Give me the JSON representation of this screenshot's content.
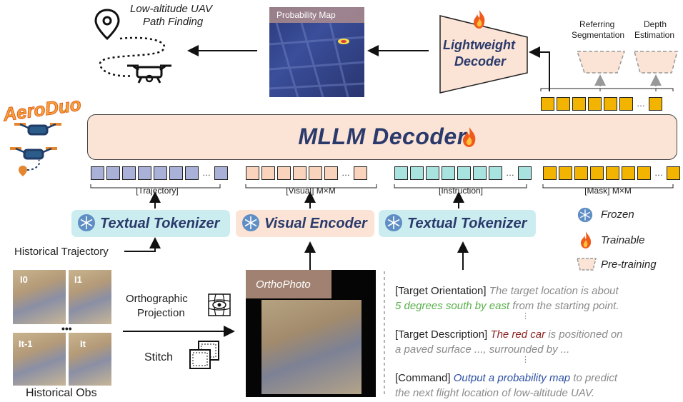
{
  "title_uav": "Low-altitude UAV",
  "title_path": "Path Finding",
  "prob_map_label": "Probability Map",
  "lightweight_decoder": {
    "line1": "Lightweight",
    "line2": "Decoder"
  },
  "referring_segmentation": {
    "line1": "Referring",
    "line2": "Segmentation"
  },
  "depth_estimation": {
    "line1": "Depth",
    "line2": "Estimation"
  },
  "brand": "AeroDuo",
  "mllm_decoder": "MLLM Decoder",
  "token_groups": {
    "trajectory": "[Trajectory]",
    "visual": "[Visual] M×M",
    "instruction": "[Instruction]",
    "mask": "[Mask] M×M"
  },
  "encoders": {
    "textual_tokenizer_left": "Textual Tokenizer",
    "visual_encoder": "Visual Encoder",
    "textual_tokenizer_right": "Textual Tokenizer"
  },
  "historical_trajectory": "Historical Trajectory",
  "historical_obs": "Historical Obs",
  "frame_labels": {
    "i0": "I0",
    "i1": "I1",
    "it1": "It-1",
    "it": "It"
  },
  "orthographic_projection": {
    "line1": "Orthographic",
    "line2": "Projection"
  },
  "stitch": "Stitch",
  "orthophoto": "OrthoPhoto",
  "legend": {
    "frozen": "Frozen",
    "trainable": "Trainable",
    "pretraining": "Pre-training"
  },
  "prompt": {
    "orientation_head": "[Target Orientation]",
    "orientation_text1": " The target location is about",
    "orientation_green": "5 degrees south by east",
    "orientation_text2": " from the starting point.",
    "description_head": "[Target Description]",
    "description_red": " The red car",
    "description_text1": " is positioned on",
    "description_text2": "a paved surface ..., surrounded by ...",
    "command_head": "[Command]",
    "command_blue": " Output a probability map",
    "command_text1": " to predict",
    "command_text2": "the next flight location of low-altitude UAV."
  },
  "colors": {
    "trajectory_token": "#aab1d9",
    "visual_token": "#f9d3bc",
    "instruction_token": "#a9e3e0",
    "mask_token": "#f3b400",
    "mllm_fill": "#fbe4d6",
    "title_blue": "#2a3a6b"
  }
}
